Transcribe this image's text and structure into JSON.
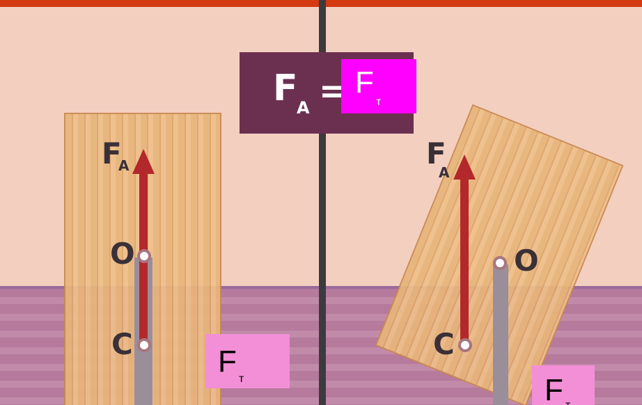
{
  "formula": {
    "main": "F",
    "sub": "A",
    "eq": "=",
    "rhs_main": "F",
    "rhs_sub": "т"
  },
  "left_diagram": {
    "force_label": "F",
    "force_sub": "A",
    "point_o": "O",
    "point_c": "C"
  },
  "right_diagram": {
    "force_label": "F",
    "force_sub": "A",
    "point_o": "O",
    "point_c": "C"
  },
  "box2": {
    "main": "F",
    "sub": "т"
  },
  "box3": {
    "main": "F",
    "sub": "т"
  },
  "colors": {
    "topbar": "#d33a12",
    "formula_bg": "#6b3050",
    "magenta": "#ff00ff",
    "pink": "#f28fd6",
    "arrow": "#b3282b"
  }
}
